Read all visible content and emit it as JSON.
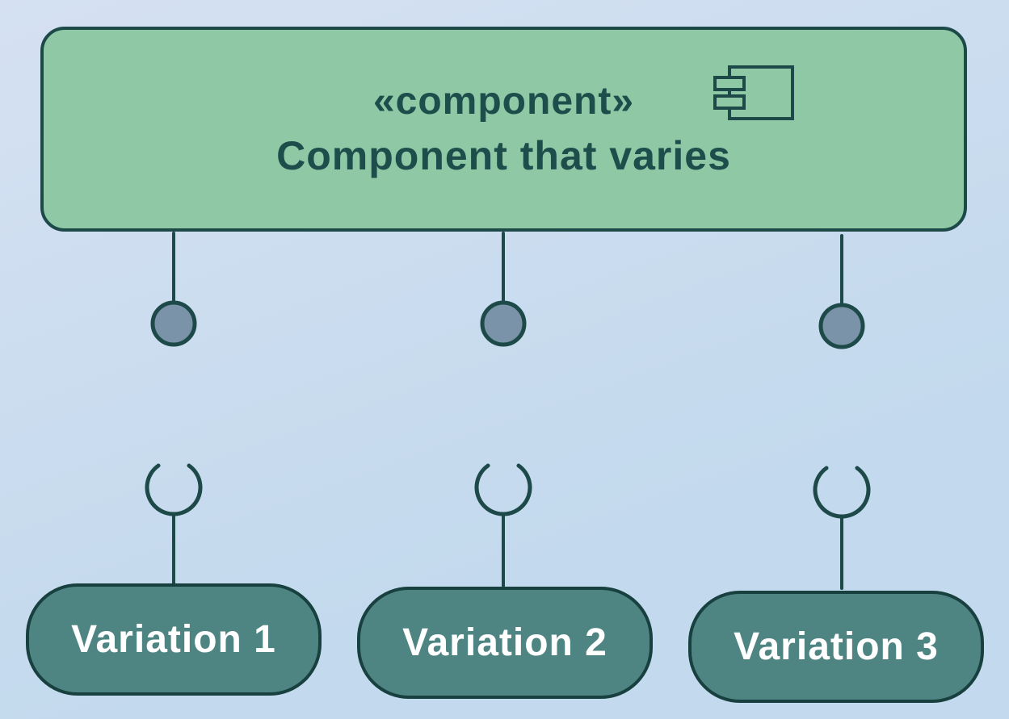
{
  "diagram": {
    "type": "uml-component-diagram",
    "component": {
      "stereotype": "«component»",
      "name": "Component that varies",
      "icon": "uml-component-icon"
    },
    "connectors": {
      "style": "ball-and-socket",
      "count": 3,
      "provided_interface_icon": "ball-icon",
      "required_interface_icon": "socket-icon"
    },
    "variations": [
      {
        "label": "Variation 1"
      },
      {
        "label": "Variation 2"
      },
      {
        "label": "Variation 3"
      }
    ],
    "colors": {
      "background_top": "#d5e1f2",
      "background_bottom": "#c3d9ed",
      "component_fill": "#8fc8a4",
      "component_border": "#1d4a49",
      "component_text": "#1d4e4c",
      "variation_fill": "#4e8583",
      "variation_border": "#17403f",
      "variation_text": "#ffffff",
      "ball_fill": "#7a93a8",
      "line": "#1d4a49"
    }
  }
}
